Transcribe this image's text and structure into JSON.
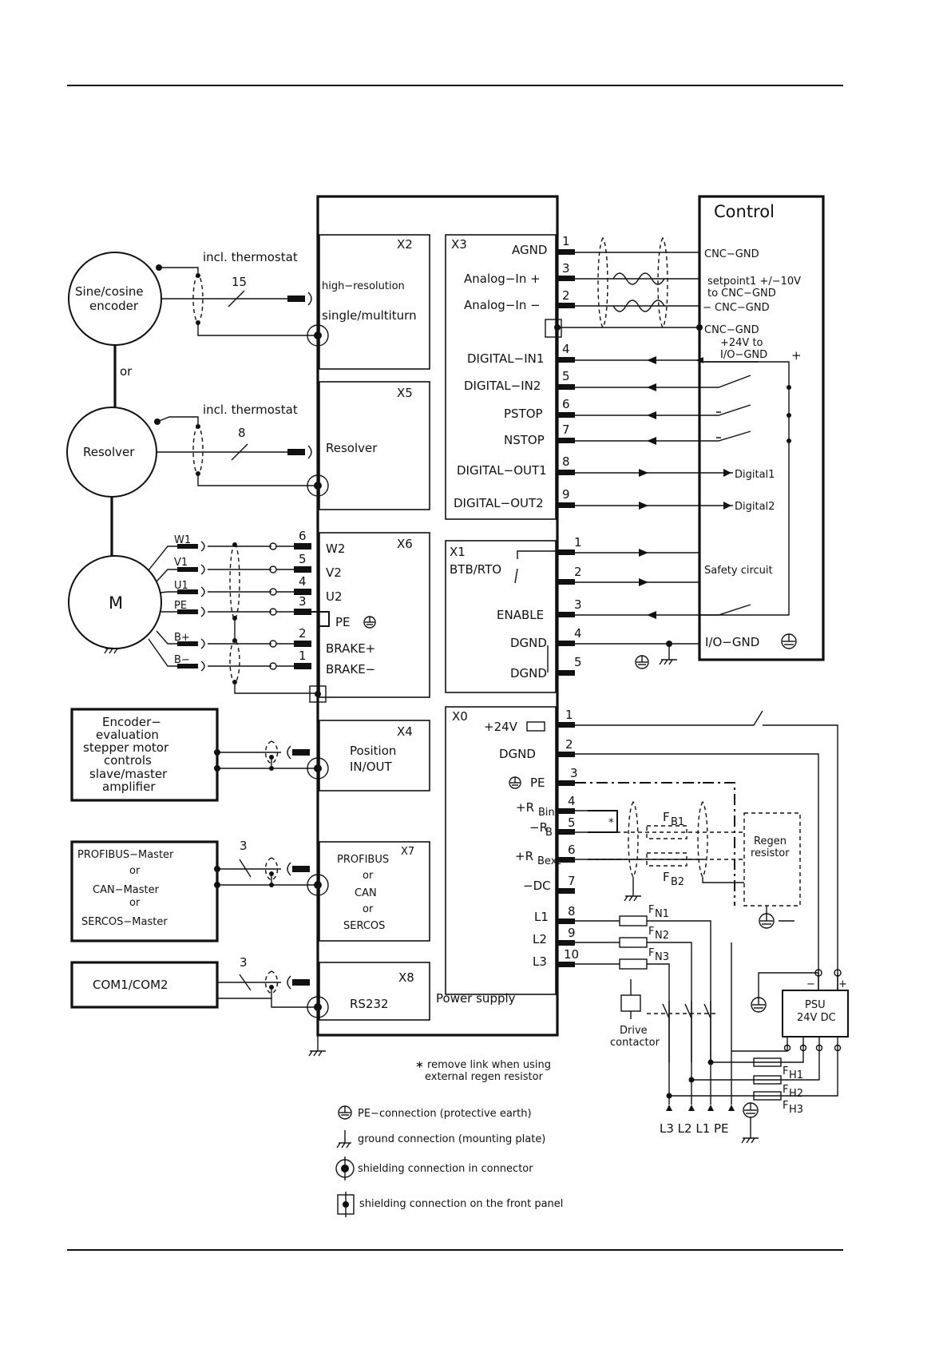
{
  "diagram": {
    "control": {
      "title": "Control",
      "cnc_gnd_1": "CNC−GND",
      "setpoint_1": "setpoint1 +/−10V",
      "setpoint_2": "to CNC−GND",
      "cnc_gnd_2": "− CNC−GND",
      "cnc_gnd_3": "CNC−GND",
      "supply_1": "+24V to",
      "supply_2": "I/O−GND",
      "plus": "+",
      "digital1": "Digital1",
      "digital2": "Digital2",
      "safety": "Safety circuit",
      "io_gnd": "I/O−GND"
    },
    "encoder": {
      "name_1": "Sine/cosine",
      "name_2": "encoder",
      "thermostat": "incl. thermostat",
      "wires": "15",
      "or": "or"
    },
    "resolver": {
      "name": "Resolver",
      "thermostat": "incl. thermostat",
      "wires": "8"
    },
    "motor": {
      "name": "M",
      "w1": "W1",
      "v1": "V1",
      "u1": "U1",
      "pe": "PE",
      "bplus": "B+",
      "bminus": "B−"
    },
    "x2": {
      "id": "X2",
      "line1": "high−resolution",
      "line2": "single/multiturn"
    },
    "x5": {
      "id": "X5",
      "label": "Resolver"
    },
    "x6": {
      "id": "X6",
      "pins": [
        "6",
        "5",
        "4",
        "3",
        "2",
        "1"
      ],
      "labels": [
        "W2",
        "V2",
        "U2",
        "PE",
        "BRAKE+",
        "BRAKE−"
      ]
    },
    "x4": {
      "id": "X4",
      "line1": "Position",
      "line2": "IN/OUT"
    },
    "x7": {
      "id": "X7",
      "lines": [
        "PROFIBUS",
        "or",
        "CAN",
        "or",
        "SERCOS"
      ]
    },
    "x8": {
      "id": "X8",
      "label": "RS232"
    },
    "x3": {
      "id": "X3",
      "pins": [
        "1",
        "3",
        "2",
        "4",
        "5",
        "6",
        "7",
        "8",
        "9"
      ],
      "labels": [
        "AGND",
        "Analog−In +",
        "Analog−In −",
        "DIGITAL−IN1",
        "DIGITAL−IN2",
        "PSTOP",
        "NSTOP",
        "DIGITAL−OUT1",
        "DIGITAL−OUT2"
      ]
    },
    "x1": {
      "id": "X1",
      "pins": [
        "1",
        "2",
        "3",
        "4",
        "5"
      ],
      "labels": [
        "BTB/RTO",
        "ENABLE",
        "DGND",
        "DGND"
      ]
    },
    "x0": {
      "id": "X0",
      "pins": [
        "1",
        "2",
        "3",
        "4",
        "5",
        "6",
        "7",
        "8",
        "9",
        "10"
      ],
      "labels": [
        "+24V",
        "DGND",
        "PE",
        "+R",
        "Bint",
        "−R",
        "B",
        "+R",
        "Bext",
        "−DC",
        "L1",
        "L2",
        "L3"
      ],
      "footer": "Power supply"
    },
    "ext": {
      "encoder_eval": [
        "Encoder−",
        "evaluation",
        "stepper motor",
        "controls",
        "slave/master",
        "amplifier"
      ],
      "bus_master": [
        "PROFIBUS−Master",
        "or",
        "CAN−Master",
        "or",
        "SERCOS−Master"
      ],
      "com": "COM1/COM2",
      "bus_wires": "3",
      "com_wires": "3"
    },
    "power": {
      "fb1": "F",
      "fb1_sub": "B1",
      "fb2": "F",
      "fb2_sub": "B2",
      "regen_1": "Regen",
      "regen_2": "resistor",
      "fn1": "F",
      "fn1_sub": "N1",
      "fn2": "F",
      "fn2_sub": "N2",
      "fn3": "F",
      "fn3_sub": "N3",
      "drive_1": "Drive",
      "drive_2": "contactor",
      "psu_1": "PSU",
      "psu_2": "24V DC",
      "psu_minus": "−",
      "psu_plus": "+",
      "fh1": "F",
      "fh1_sub": "H1",
      "fh2": "F",
      "fh2_sub": "H2",
      "fh3": "F",
      "fh3_sub": "H3",
      "mains": "L3 L2 L1 PE",
      "star": "*"
    },
    "notes": {
      "star_1": "∗ remove link when using",
      "star_2": "external regen resistor",
      "legend_pe": "PE−connection (protective earth)",
      "legend_ground": "ground connection (mounting plate)",
      "legend_shield_conn": "shielding connection in connector",
      "legend_shield_panel": "shielding connection on the front panel"
    }
  }
}
